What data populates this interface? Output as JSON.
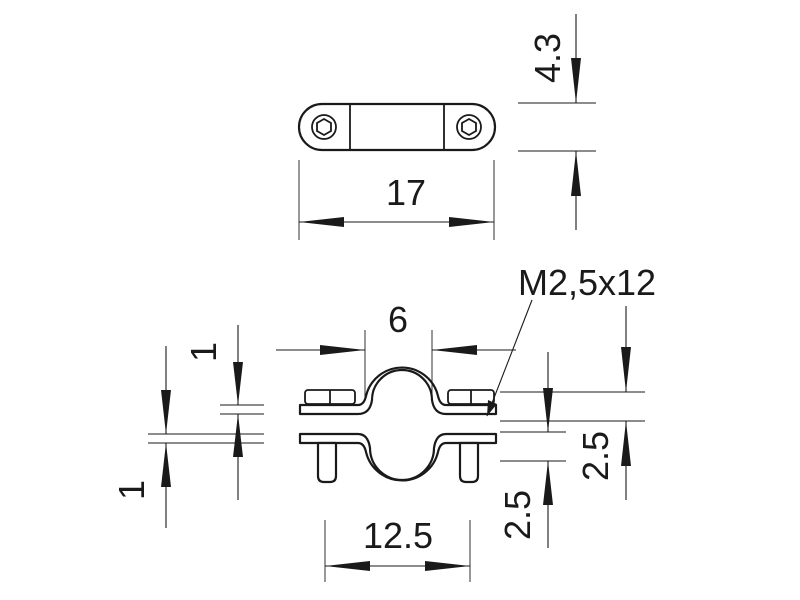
{
  "dimensions": {
    "top_height": "4.3",
    "top_length": "17",
    "screw_spec": "M2,5x12",
    "center_span": "6",
    "left_thickness_top": "1",
    "left_thickness_bottom": "1",
    "right_offset": "2.5",
    "lower_offset": "2.5",
    "base_width": "12.5"
  }
}
